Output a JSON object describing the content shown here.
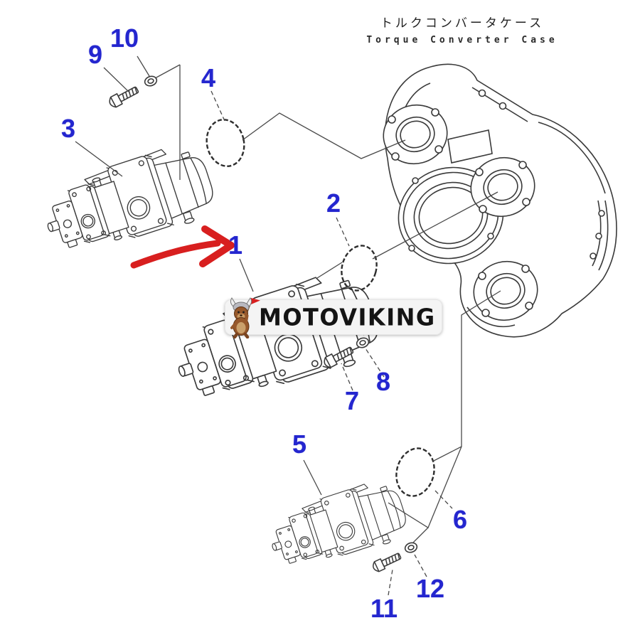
{
  "header": {
    "title_jp": "トルクコンバータケース",
    "title_en": "Torque Converter Case"
  },
  "watermark": {
    "text": "MOTOVIKING",
    "mascot_icon": "viking-dog-icon",
    "flag_color": "#d82020",
    "pill_color": "#f4f4f4",
    "text_color": "#141414"
  },
  "callouts": [
    "1",
    "2",
    "3",
    "4",
    "5",
    "6",
    "7",
    "8",
    "9",
    "10",
    "11",
    "12"
  ],
  "annotations": {
    "red_arrow_target": "1"
  },
  "colors": {
    "callout_blue": "#2426cf",
    "arrow_red": "#d81f1f",
    "line_art": "#3a3a3a",
    "background": "#ffffff"
  }
}
